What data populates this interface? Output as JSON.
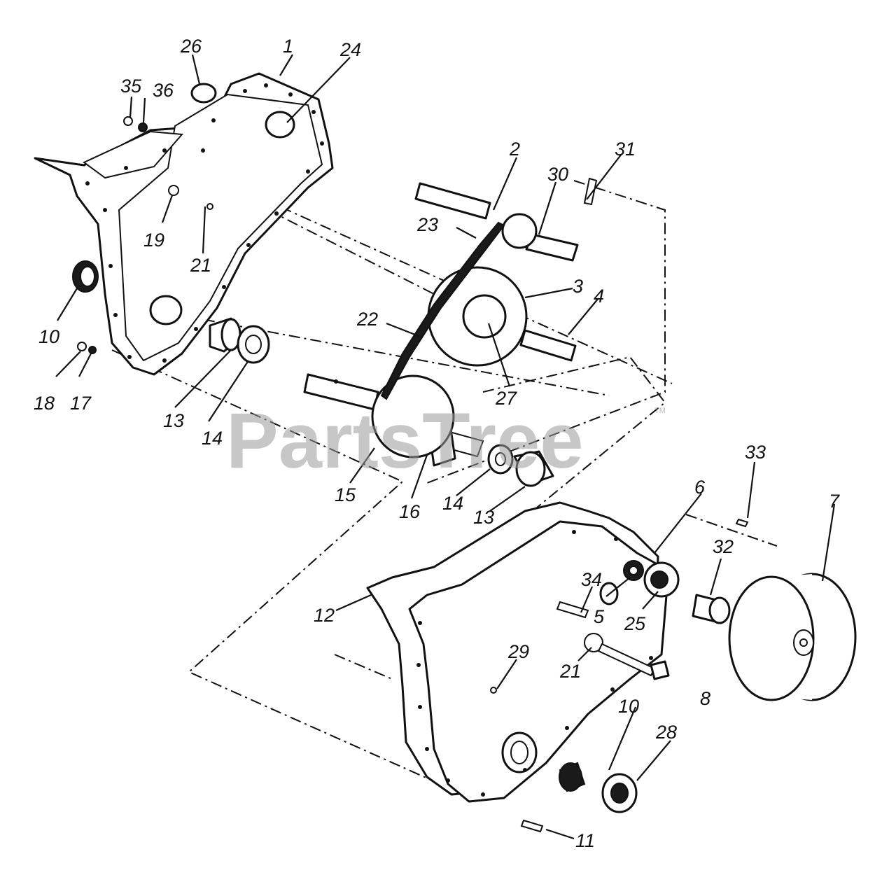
{
  "watermark": {
    "text": "PartsTree",
    "trademark": "TM"
  },
  "callouts": {
    "c1": "1",
    "c2": "2",
    "c3": "3",
    "c4": "4",
    "c5": "5",
    "c6": "6",
    "c7": "7",
    "c8": "8",
    "c10a": "10",
    "c10b": "10",
    "c11": "11",
    "c12": "12",
    "c13a": "13",
    "c13b": "13",
    "c14a": "14",
    "c14b": "14",
    "c15": "15",
    "c16": "16",
    "c17": "17",
    "c18": "18",
    "c19": "19",
    "c21a": "21",
    "c21b": "21",
    "c22": "22",
    "c23": "23",
    "c24": "24",
    "c25": "25",
    "c26": "26",
    "c27": "27",
    "c28": "28",
    "c29": "29",
    "c30": "30",
    "c31": "31",
    "c32": "32",
    "c33": "33",
    "c34": "34",
    "c35": "35",
    "c36": "36"
  }
}
